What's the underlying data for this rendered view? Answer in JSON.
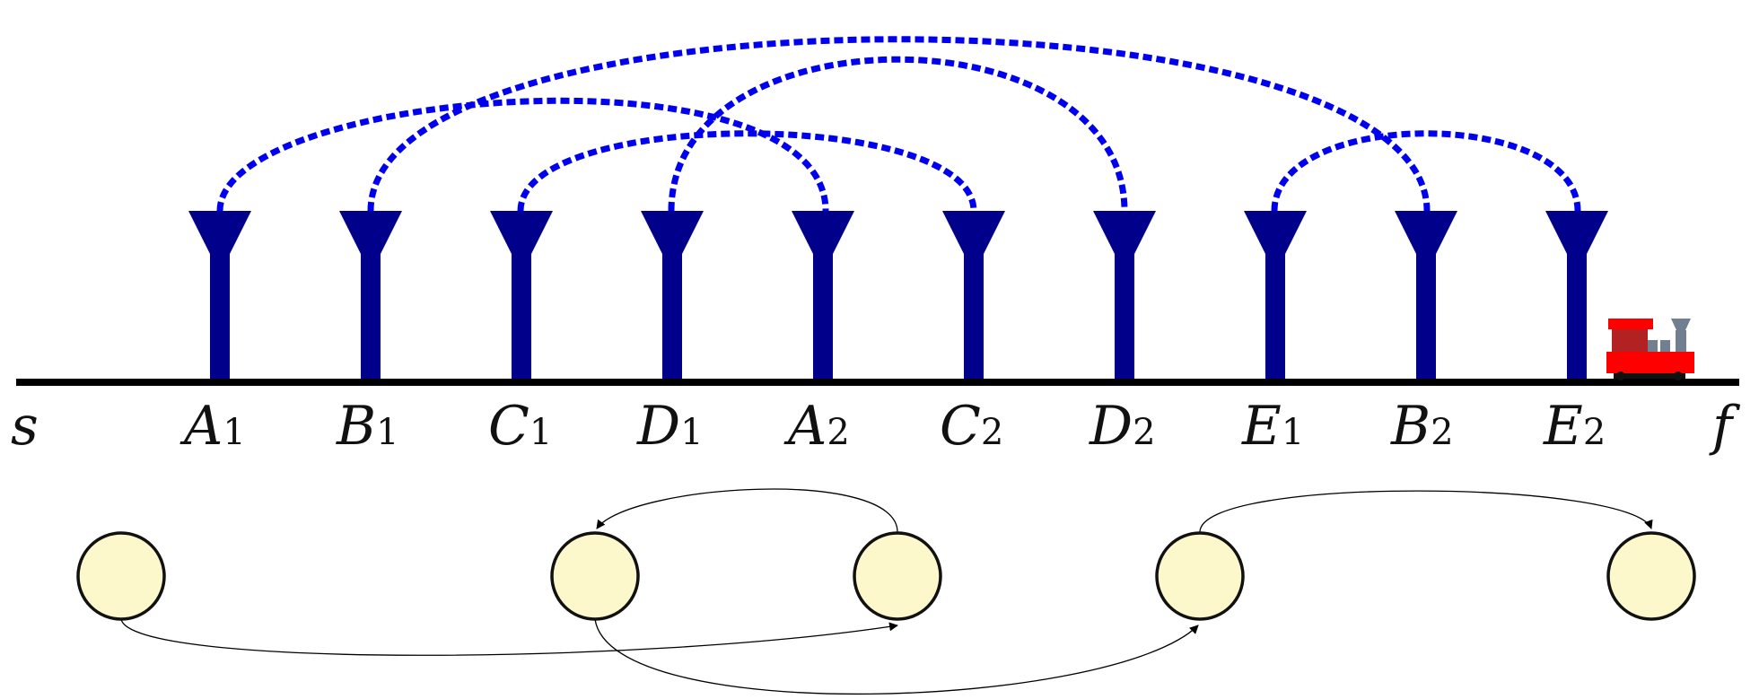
{
  "colors": {
    "pole": "#00008b",
    "arc": "#0000ee",
    "track": "#000000",
    "node_fill": "#fdf8cc",
    "node_stroke": "#111111",
    "train_red": "#ff0000",
    "train_darkred": "#b22222",
    "train_gray": "#708090"
  },
  "track": {
    "start_label": "s",
    "end_label": "f",
    "stations": [
      {
        "letter": "A",
        "sub": "1"
      },
      {
        "letter": "B",
        "sub": "1"
      },
      {
        "letter": "C",
        "sub": "1"
      },
      {
        "letter": "D",
        "sub": "1"
      },
      {
        "letter": "A",
        "sub": "2"
      },
      {
        "letter": "C",
        "sub": "2"
      },
      {
        "letter": "D",
        "sub": "2"
      },
      {
        "letter": "E",
        "sub": "1"
      },
      {
        "letter": "B",
        "sub": "2"
      },
      {
        "letter": "E",
        "sub": "2"
      }
    ]
  },
  "icons": {
    "train": "train-icon"
  },
  "pairs": [
    {
      "from": "A1",
      "to": "A2"
    },
    {
      "from": "B1",
      "to": "B2"
    },
    {
      "from": "C1",
      "to": "C2"
    },
    {
      "from": "D1",
      "to": "D2"
    },
    {
      "from": "E1",
      "to": "E2"
    }
  ],
  "graph": {
    "nodes": 5,
    "edges": [
      {
        "from": 0,
        "to": 2
      },
      {
        "from": 2,
        "to": 1
      },
      {
        "from": 1,
        "to": 3
      },
      {
        "from": 3,
        "to": 4
      }
    ]
  }
}
